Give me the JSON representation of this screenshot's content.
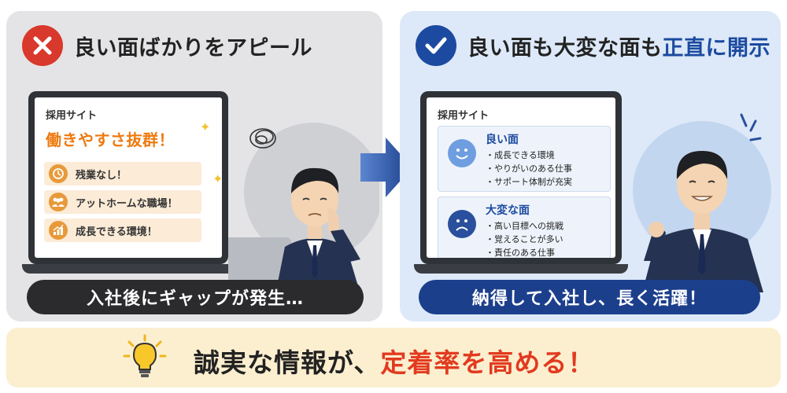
{
  "left": {
    "title": "良い面ばかりをアピール",
    "site_label": "採用サイト",
    "headline": "働きやすさ抜群！",
    "items": [
      {
        "text": "残業なし！",
        "icon": "clock-icon"
      },
      {
        "text": "アットホームな職場！",
        "icon": "people-icon"
      },
      {
        "text": "成長できる環境！",
        "icon": "growth-chart-icon"
      }
    ],
    "banner": "入社後にギャップが発生…"
  },
  "right": {
    "title_part1": "良い面も大変な面も",
    "title_accent": "正直に開示",
    "site_label": "採用サイト",
    "good": {
      "title": "良い面",
      "items": [
        "・成長できる環境",
        "・やりがいのある仕事",
        "・サポート体制が充実"
      ]
    },
    "hard": {
      "title": "大変な面",
      "items": [
        "・高い目標への挑戦",
        "・覚えることが多い",
        "・責任のある仕事"
      ]
    },
    "banner": "納得して入社し、長く活躍！"
  },
  "bottom": {
    "text_part1": "誠実な情報が、",
    "text_accent": "定着率を高める！"
  },
  "colors": {
    "bad_accent": "#d9382c",
    "good_accent": "#1c4aa0",
    "highlight": "#e23a1f",
    "orange": "#ee7a10"
  }
}
